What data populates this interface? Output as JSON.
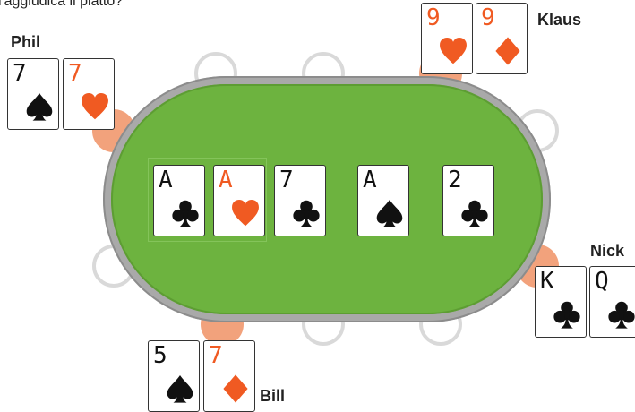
{
  "caption": "l'aggiudica il piatto?",
  "colors": {
    "felt": "#6db33f",
    "rail": "#a9a9a9",
    "seat_empty": "#d9d9d9",
    "seat_occupied": "#f2a27c",
    "red_suit": "#f05a22",
    "black_suit": "#111111"
  },
  "board": [
    {
      "rank": "A",
      "suit": "club-icon"
    },
    {
      "rank": "A",
      "suit": "heart-icon"
    },
    {
      "rank": "7",
      "suit": "club-icon"
    },
    {
      "rank": "A",
      "suit": "spade-icon"
    },
    {
      "rank": "2",
      "suit": "club-icon"
    }
  ],
  "players": [
    {
      "name": "Phil",
      "cards": [
        {
          "rank": "7",
          "suit": "spade-icon"
        },
        {
          "rank": "7",
          "suit": "heart-icon"
        }
      ]
    },
    {
      "name": "Klaus",
      "cards": [
        {
          "rank": "9",
          "suit": "heart-icon"
        },
        {
          "rank": "9",
          "suit": "diamond-icon"
        }
      ]
    },
    {
      "name": "Nick",
      "cards": [
        {
          "rank": "K",
          "suit": "club-icon"
        },
        {
          "rank": "Q",
          "suit": "club-icon"
        }
      ]
    },
    {
      "name": "Bill",
      "cards": [
        {
          "rank": "5",
          "suit": "spade-icon"
        },
        {
          "rank": "7",
          "suit": "diamond-icon"
        }
      ]
    }
  ]
}
